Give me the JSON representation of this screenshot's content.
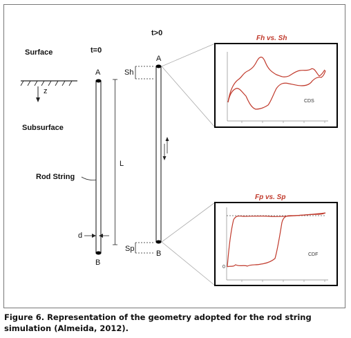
{
  "labels": {
    "surface": "Surface",
    "subsurface": "Subsurface",
    "rod_string": "Rod String",
    "t0": "t=0",
    "t_gt0": "t>0",
    "z": "z",
    "L": "L",
    "d": "d",
    "A": "A",
    "B": "B",
    "Sh": "Sh",
    "Sp": "Sp"
  },
  "plots": {
    "top": {
      "title": "Fh vs. Sh",
      "series_label": "CDS"
    },
    "bottom": {
      "title": "Fp vs. Sp",
      "series_label": "CDF",
      "y_tick": "0"
    }
  },
  "caption": "Figure 6. Representation of the geometry adopted for the rod string simulation (Almeida, 2012).",
  "colors": {
    "curve": "#c0392b",
    "rod": "#222222",
    "frame": "#000000"
  }
}
